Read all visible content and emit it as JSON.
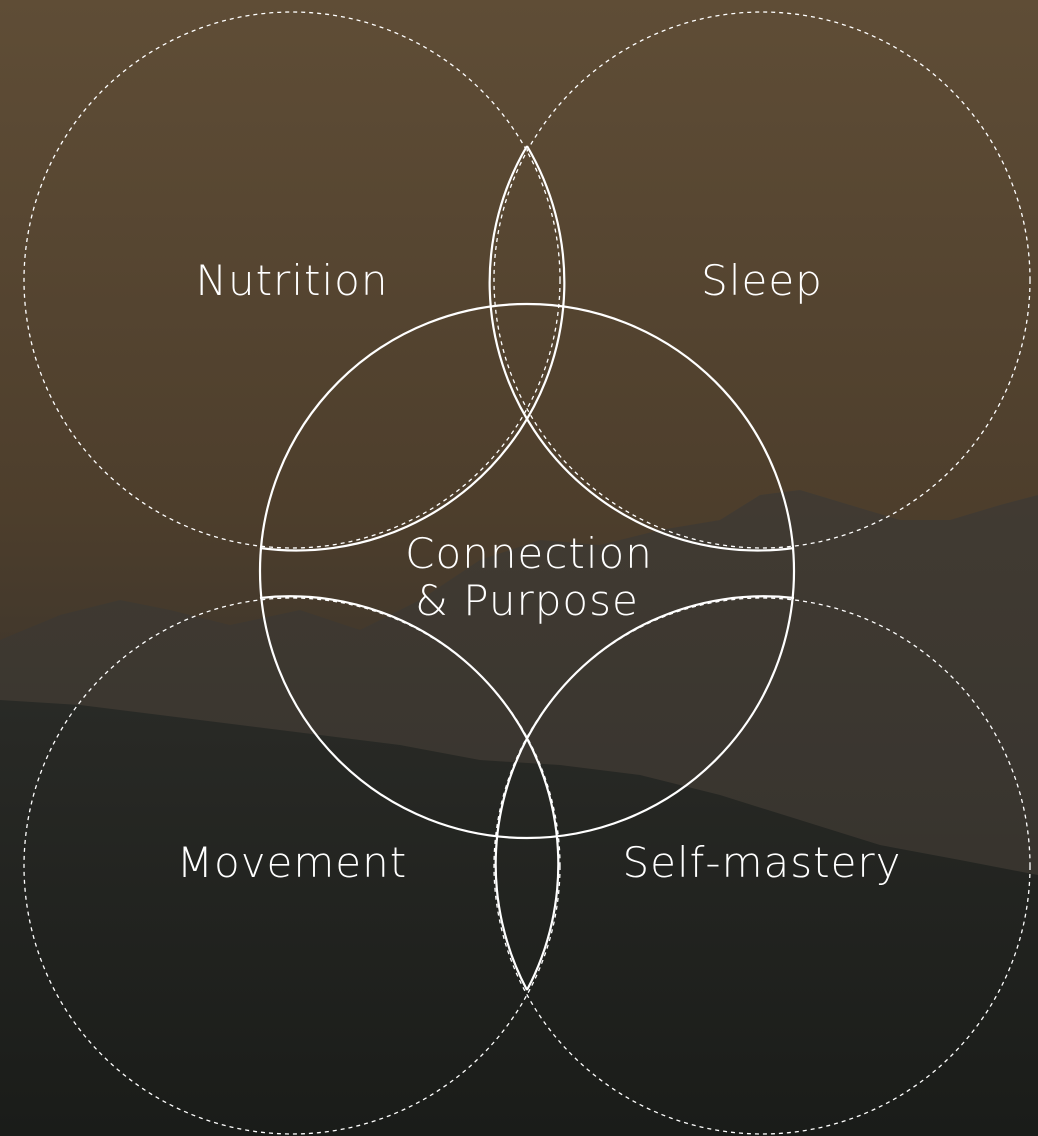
{
  "labels": {
    "nutrition": "Nutrition",
    "sleep": "Sleep",
    "movement": "Movement",
    "self_mastery": "Self-mastery",
    "center_line1": "Connection",
    "center_line2": "& Purpose"
  },
  "colors": {
    "sky_top": "#5e4c35",
    "sky_mid": "#4a3c2b",
    "ground": "#1f201d",
    "stroke": "#ffffff"
  }
}
